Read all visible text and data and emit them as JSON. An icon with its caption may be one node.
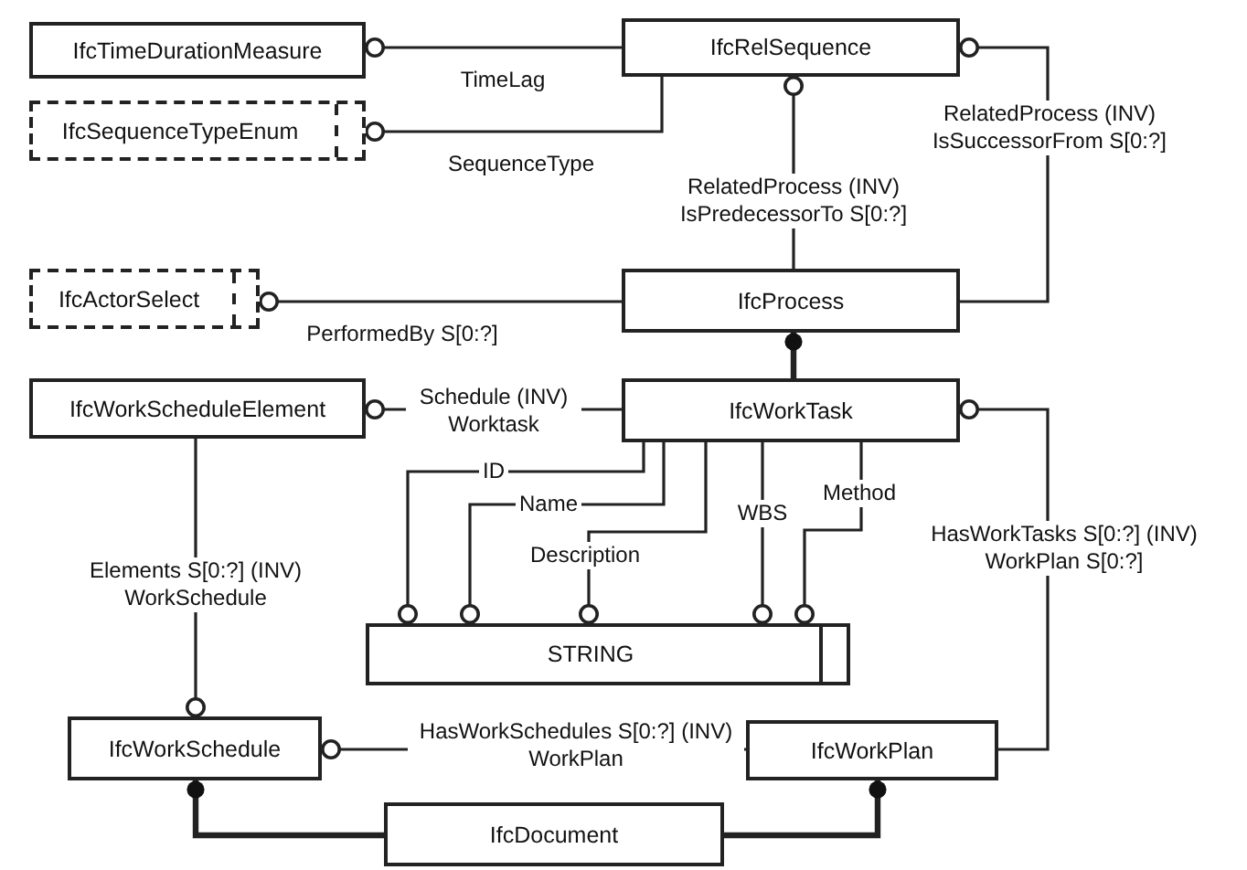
{
  "diagram": {
    "nodes": [
      {
        "text": [
          "IfcTimeDurationMeasure"
        ]
      },
      {
        "text": [
          "IfcRelSequence"
        ]
      },
      {
        "text": [
          "IfcSequenceTypeEnum"
        ]
      },
      {
        "text": [
          "IfcActorSelect"
        ]
      },
      {
        "text": [
          "IfcProcess"
        ]
      },
      {
        "text": [
          "IfcWorkScheduleElement"
        ]
      },
      {
        "text": [
          "IfcWorkTask"
        ]
      },
      {
        "text": [
          "STRING"
        ]
      },
      {
        "text": [
          "IfcWorkSchedule"
        ]
      },
      {
        "text": [
          "IfcWorkPlan"
        ]
      },
      {
        "text": [
          "IfcDocument"
        ]
      }
    ],
    "edges": [
      {
        "from": 1,
        "to": 0,
        "arrow": "other",
        "label": "TimeLag"
      },
      {
        "from": 1,
        "to": 2,
        "arrow": "other",
        "label": "SequenceType"
      },
      {
        "from": 4,
        "to": 1,
        "arrow": "other",
        "label": "RelatedProcess (INV) IsPredecessorTo S[0:?]"
      },
      {
        "from": 4,
        "to": 1,
        "arrow": "other",
        "label": "RelatedProcess (INV) IsSuccessorFrom S[0:?]"
      },
      {
        "from": 4,
        "to": 3,
        "arrow": "other",
        "label": "PerformedBy S[0:?]"
      },
      {
        "from": 6,
        "to": 4,
        "arrow": "other",
        "style": "thick"
      },
      {
        "from": 6,
        "to": 5,
        "arrow": "other",
        "label": "Schedule (INV) Worktask"
      },
      {
        "from": 6,
        "to": 7,
        "arrow": "other",
        "label": "ID"
      },
      {
        "from": 6,
        "to": 7,
        "arrow": "other",
        "label": "Name"
      },
      {
        "from": 6,
        "to": 7,
        "arrow": "other",
        "label": "Description"
      },
      {
        "from": 6,
        "to": 7,
        "arrow": "other",
        "label": "WBS"
      },
      {
        "from": 6,
        "to": 7,
        "arrow": "other",
        "label": "Method"
      },
      {
        "from": 9,
        "to": 6,
        "arrow": "other",
        "label": "HasWorkTasks S[0:?] (INV) WorkPlan S[0:?]"
      },
      {
        "from": 5,
        "to": 8,
        "arrow": "other",
        "label": "Elements S[0:?] (INV) WorkSchedule"
      },
      {
        "from": 9,
        "to": 8,
        "arrow": "other",
        "label": "HasWorkSchedules S[0:?] (INV) WorkPlan"
      },
      {
        "from": 10,
        "to": 8,
        "arrow": "other",
        "style": "thick"
      },
      {
        "from": 10,
        "to": 9,
        "arrow": "other",
        "style": "thick"
      }
    ]
  }
}
